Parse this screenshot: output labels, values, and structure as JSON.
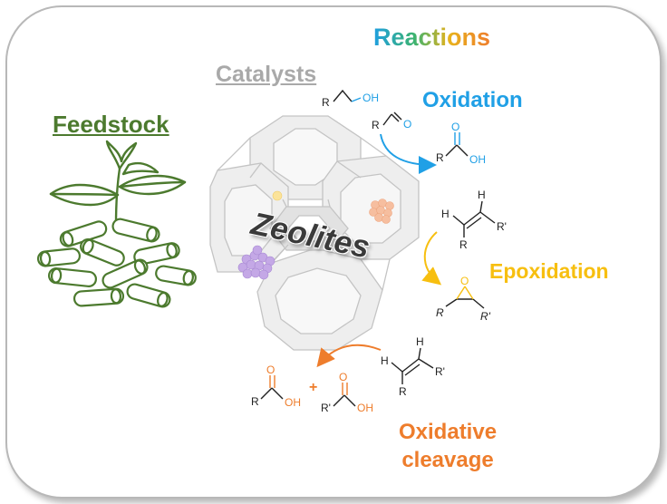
{
  "labels": {
    "reactions": "Reactions",
    "catalysts": "Catalysts",
    "feedstock": "Feedstock",
    "zeolites": "Zeolites",
    "oxidation": "Oxidation",
    "epoxidation": "Epoxidation",
    "oxidative_cleavage_line1": "Oxidative",
    "oxidative_cleavage_line2": "cleavage"
  },
  "chem": {
    "R": "R",
    "Rp": "R'",
    "H": "H",
    "OH": "OH",
    "O": "O",
    "plus": "+"
  },
  "colors": {
    "feedstock": "#4c7a2e",
    "oxidation": "#20a0e6",
    "epoxidation": "#f7bf10",
    "cleavage": "#ee7d2c",
    "catalysts": "#a9a9a9"
  }
}
